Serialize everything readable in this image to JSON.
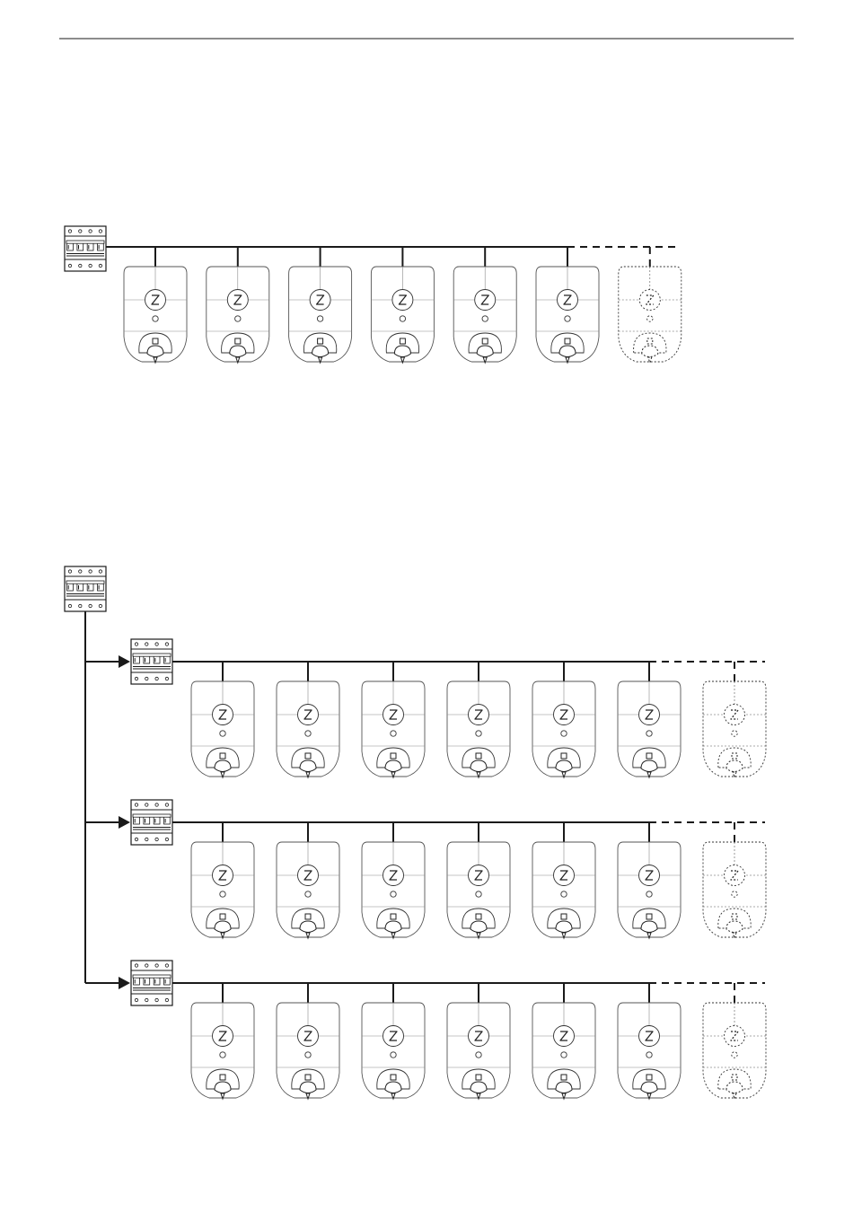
{
  "page": {
    "rule_color": "#1a1a1a"
  },
  "icons": {
    "charger": "ev-charger-icon",
    "breaker": "circuit-breaker-icon",
    "optional_charger": "optional-ev-charger-icon",
    "arrow": "arrow-right-icon"
  },
  "diagrams": [
    {
      "id": "single-circuit",
      "main_breakers": 1,
      "sub_circuits": [
        {
          "chargers": 6,
          "optional_chargers": 1,
          "has_sub_breaker": false
        }
      ]
    },
    {
      "id": "multi-circuit",
      "main_breakers": 1,
      "sub_circuits": [
        {
          "chargers": 6,
          "optional_chargers": 1,
          "has_sub_breaker": true
        },
        {
          "chargers": 6,
          "optional_chargers": 1,
          "has_sub_breaker": true
        },
        {
          "chargers": 6,
          "optional_chargers": 1,
          "has_sub_breaker": true
        }
      ]
    }
  ]
}
